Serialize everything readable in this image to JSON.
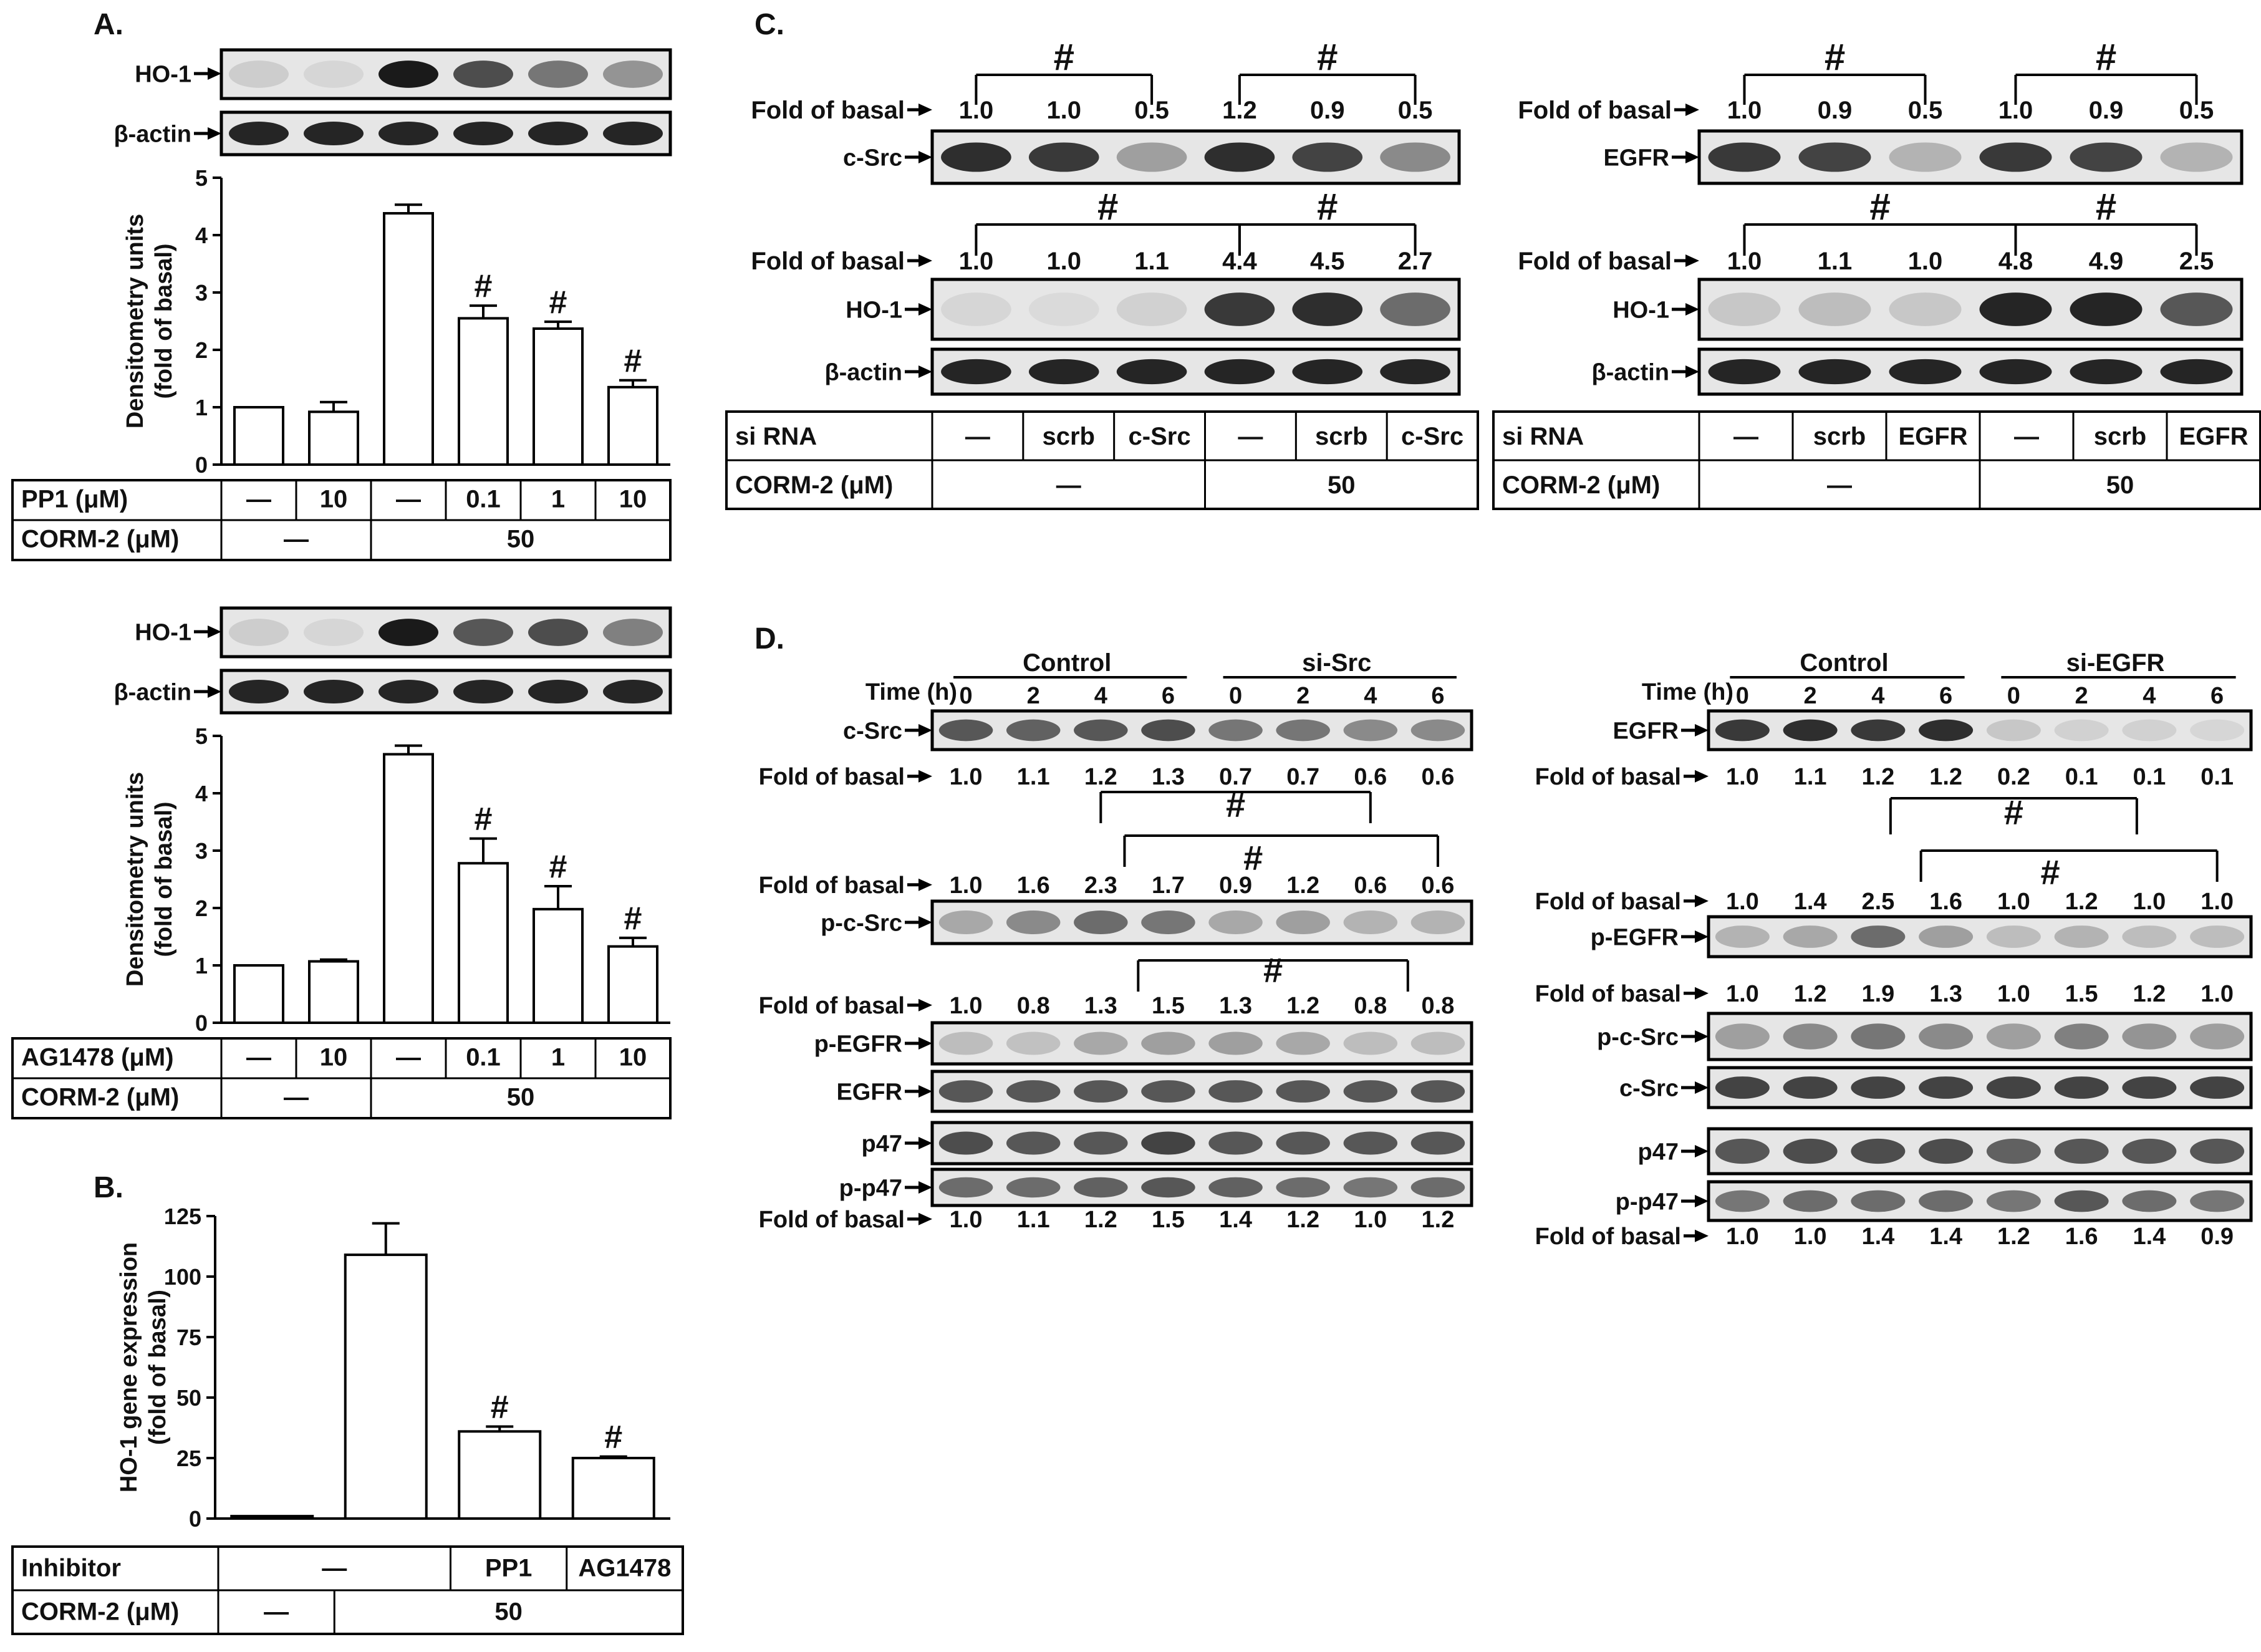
{
  "colors": {
    "ink": "#111111",
    "blot_bg": "#e6e6e6",
    "band": "#1a1a1a",
    "bar_fill": "#ffffff"
  },
  "panels": {
    "A": {
      "letter": "A.",
      "top": {
        "blots": [
          {
            "label": "HO-1",
            "intensity": [
              0.12,
              0.08,
              1.0,
              0.75,
              0.55,
              0.4
            ]
          },
          {
            "label": "β-actin",
            "intensity": [
              0.95,
              0.95,
              0.95,
              0.95,
              0.95,
              0.95
            ]
          }
        ],
        "row1": {
          "label": "PP1 (μM)",
          "cells": [
            "—",
            "10",
            "—",
            "0.1",
            "1",
            "10"
          ]
        },
        "row2": {
          "label": "CORM-2 (μM)",
          "groups": [
            {
              "text": "—",
              "span": 2
            },
            {
              "text": "50",
              "span": 4
            }
          ]
        }
      },
      "bottom": {
        "blots": [
          {
            "label": "HO-1",
            "intensity": [
              0.12,
              0.08,
              1.0,
              0.7,
              0.75,
              0.5
            ]
          },
          {
            "label": "β-actin",
            "intensity": [
              0.95,
              0.95,
              0.95,
              0.95,
              0.95,
              0.95
            ]
          }
        ],
        "row1": {
          "label": "AG1478 (μM)",
          "cells": [
            "—",
            "10",
            "—",
            "0.1",
            "1",
            "10"
          ]
        },
        "row2": {
          "label": "CORM-2 (μM)",
          "groups": [
            {
              "text": "—",
              "span": 2
            },
            {
              "text": "50",
              "span": 4
            }
          ]
        }
      }
    },
    "B": {
      "letter": "B.",
      "row1": {
        "label": "Inhibitor",
        "groups": [
          {
            "text": "—",
            "span": 2
          },
          {
            "text": "PP1",
            "span": 1
          },
          {
            "text": "AG1478",
            "span": 1
          }
        ]
      },
      "row2": {
        "label": "CORM-2 (μM)",
        "groups": [
          {
            "text": "—",
            "span": 1
          },
          {
            "text": "50",
            "span": 3
          }
        ]
      }
    },
    "C": {
      "letter": "C.",
      "left": {
        "blots": [
          {
            "label": "c-Src",
            "fold_label": "Fold of basal",
            "fold": [
              "1.0",
              "1.0",
              "0.5",
              "1.2",
              "0.9",
              "0.5"
            ],
            "intensity": [
              0.9,
              0.85,
              0.35,
              0.9,
              0.8,
              0.45
            ]
          },
          {
            "label": "HO-1",
            "fold_label": "Fold of basal",
            "fold": [
              "1.0",
              "1.0",
              "1.1",
              "4.4",
              "4.5",
              "2.7"
            ],
            "intensity": [
              0.08,
              0.06,
              0.1,
              0.85,
              0.9,
              0.6
            ]
          },
          {
            "label": "β-actin",
            "intensity": [
              0.95,
              0.95,
              0.95,
              0.95,
              0.95,
              0.95
            ]
          }
        ],
        "sig": [
          "#",
          "#",
          "#",
          "#"
        ],
        "row1": {
          "label": "si RNA",
          "cells": [
            "—",
            "scrb",
            "c-Src",
            "—",
            "scrb",
            "c-Src"
          ]
        },
        "row2": {
          "label": "CORM-2 (μM)",
          "groups": [
            {
              "text": "—",
              "span": 3
            },
            {
              "text": "50",
              "span": 3
            }
          ]
        }
      },
      "right": {
        "blots": [
          {
            "label": "EGFR",
            "fold_label": "Fold of basal",
            "fold": [
              "1.0",
              "0.9",
              "0.5",
              "1.0",
              "0.9",
              "0.5"
            ],
            "intensity": [
              0.85,
              0.8,
              0.25,
              0.85,
              0.8,
              0.25
            ]
          },
          {
            "label": "HO-1",
            "fold_label": "Fold of basal",
            "fold": [
              "1.0",
              "1.1",
              "1.0",
              "4.8",
              "4.9",
              "2.5"
            ],
            "intensity": [
              0.15,
              0.2,
              0.15,
              0.95,
              0.95,
              0.7
            ]
          },
          {
            "label": "β-actin",
            "intensity": [
              0.95,
              0.95,
              0.95,
              0.95,
              0.95,
              0.95
            ]
          }
        ],
        "sig": [
          "#",
          "#",
          "#",
          "#"
        ],
        "row1": {
          "label": "si RNA",
          "cells": [
            "—",
            "scrb",
            "EGFR",
            "—",
            "scrb",
            "EGFR"
          ]
        },
        "row2": {
          "label": "CORM-2 (μM)",
          "groups": [
            {
              "text": "—",
              "span": 3
            },
            {
              "text": "50",
              "span": 3
            }
          ]
        }
      }
    },
    "D": {
      "letter": "D.",
      "left": {
        "group_labels": [
          "Control",
          "si-Src"
        ],
        "time_label": "Time (h)",
        "times": [
          "0",
          "2",
          "4",
          "6",
          "0",
          "2",
          "4",
          "6"
        ],
        "blots": [
          {
            "label": "c-Src",
            "intensity": [
              0.7,
              0.65,
              0.7,
              0.75,
              0.55,
              0.55,
              0.45,
              0.45
            ]
          },
          {
            "label": "p-c-Src",
            "intensity": [
              0.3,
              0.45,
              0.6,
              0.55,
              0.3,
              0.35,
              0.25,
              0.25
            ]
          },
          {
            "label": "p-EGFR",
            "intensity": [
              0.2,
              0.18,
              0.3,
              0.35,
              0.35,
              0.3,
              0.2,
              0.2
            ]
          },
          {
            "label": "EGFR",
            "intensity": [
              0.7,
              0.7,
              0.7,
              0.7,
              0.7,
              0.7,
              0.7,
              0.7
            ]
          },
          {
            "label": "p47",
            "intensity": [
              0.75,
              0.7,
              0.7,
              0.8,
              0.7,
              0.7,
              0.7,
              0.7
            ]
          },
          {
            "label": "p-p47",
            "intensity": [
              0.6,
              0.6,
              0.65,
              0.7,
              0.65,
              0.6,
              0.55,
              0.6
            ]
          }
        ],
        "folds": [
          {
            "label": "Fold of basal",
            "values": [
              "1.0",
              "1.1",
              "1.2",
              "1.3",
              "0.7",
              "0.7",
              "0.6",
              "0.6"
            ]
          },
          {
            "label": "Fold of basal",
            "values": [
              "1.0",
              "1.6",
              "2.3",
              "1.7",
              "0.9",
              "1.2",
              "0.6",
              "0.6"
            ]
          },
          {
            "label": "Fold of basal",
            "values": [
              "1.0",
              "0.8",
              "1.3",
              "1.5",
              "1.3",
              "1.2",
              "0.8",
              "0.8"
            ]
          },
          {
            "label": "Fold of basal",
            "values": [
              "1.0",
              "1.1",
              "1.2",
              "1.5",
              "1.4",
              "1.2",
              "1.0",
              "1.2"
            ]
          }
        ],
        "sig": [
          "#",
          "#",
          "#"
        ]
      },
      "right": {
        "group_labels": [
          "Control",
          "si-EGFR"
        ],
        "time_label": "Time (h)",
        "times": [
          "0",
          "2",
          "4",
          "6",
          "0",
          "2",
          "4",
          "6"
        ],
        "blots": [
          {
            "label": "EGFR",
            "intensity": [
              0.85,
              0.9,
              0.85,
              0.9,
              0.15,
              0.1,
              0.1,
              0.08
            ]
          },
          {
            "label": "p-EGFR",
            "intensity": [
              0.25,
              0.3,
              0.6,
              0.35,
              0.2,
              0.25,
              0.2,
              0.2
            ]
          },
          {
            "label": "p-c-Src",
            "intensity": [
              0.35,
              0.45,
              0.55,
              0.45,
              0.35,
              0.5,
              0.4,
              0.35
            ]
          },
          {
            "label": "c-Src",
            "intensity": [
              0.8,
              0.8,
              0.8,
              0.8,
              0.8,
              0.8,
              0.8,
              0.8
            ]
          },
          {
            "label": "p47",
            "intensity": [
              0.7,
              0.75,
              0.75,
              0.75,
              0.65,
              0.7,
              0.7,
              0.7
            ]
          },
          {
            "label": "p-p47",
            "intensity": [
              0.55,
              0.6,
              0.6,
              0.6,
              0.55,
              0.7,
              0.6,
              0.55
            ]
          }
        ],
        "folds": [
          {
            "label": "Fold of basal",
            "values": [
              "1.0",
              "1.1",
              "1.2",
              "1.2",
              "0.2",
              "0.1",
              "0.1",
              "0.1"
            ]
          },
          {
            "label": "Fold of basal",
            "values": [
              "1.0",
              "1.4",
              "2.5",
              "1.6",
              "1.0",
              "1.2",
              "1.0",
              "1.0"
            ]
          },
          {
            "label": "Fold of basal",
            "values": [
              "1.0",
              "1.2",
              "1.9",
              "1.3",
              "1.0",
              "1.5",
              "1.2",
              "1.0"
            ]
          },
          {
            "label": "Fold of basal",
            "values": [
              "1.0",
              "1.0",
              "1.4",
              "1.4",
              "1.2",
              "1.6",
              "1.4",
              "0.9"
            ]
          }
        ],
        "sig": [
          "#",
          "#"
        ]
      }
    }
  },
  "chart_data": [
    {
      "type": "bar",
      "panel": "A-top",
      "categories": [
        "1",
        "2",
        "3",
        "4",
        "5",
        "6"
      ],
      "values": [
        1.0,
        0.92,
        4.38,
        2.55,
        2.37,
        1.35
      ],
      "errors": [
        0,
        0.17,
        0.15,
        0.22,
        0.12,
        0.12
      ],
      "significance": [
        "",
        "",
        "",
        "#",
        "#",
        "#"
      ],
      "ylabel": "Densitometry units",
      "ylabel2": "(fold of basal)",
      "ylim": [
        0,
        5
      ],
      "yticks": [
        "0",
        "1",
        "2",
        "3",
        "4",
        "5"
      ]
    },
    {
      "type": "bar",
      "panel": "A-bottom",
      "categories": [
        "1",
        "2",
        "3",
        "4",
        "5",
        "6"
      ],
      "values": [
        1.0,
        1.07,
        4.68,
        2.78,
        1.98,
        1.33
      ],
      "errors": [
        0,
        0.03,
        0.15,
        0.43,
        0.4,
        0.15
      ],
      "significance": [
        "",
        "",
        "",
        "#",
        "#",
        "#"
      ],
      "ylabel": "Densitometry units",
      "ylabel2": "(fold of basal)",
      "ylim": [
        0,
        5
      ],
      "yticks": [
        "0",
        "1",
        "2",
        "3",
        "4",
        "5"
      ]
    },
    {
      "type": "bar",
      "panel": "B",
      "categories": [
        "1",
        "2",
        "3",
        "4"
      ],
      "values": [
        1,
        109,
        36,
        25
      ],
      "errors": [
        0,
        13,
        2,
        0.6
      ],
      "significance": [
        "",
        "",
        "#",
        "#"
      ],
      "ylabel": "HO-1 gene expression",
      "ylabel2": "(fold of basal)",
      "ylim": [
        0,
        125
      ],
      "yticks": [
        "0",
        "25",
        "50",
        "75",
        "100",
        "125"
      ]
    }
  ]
}
